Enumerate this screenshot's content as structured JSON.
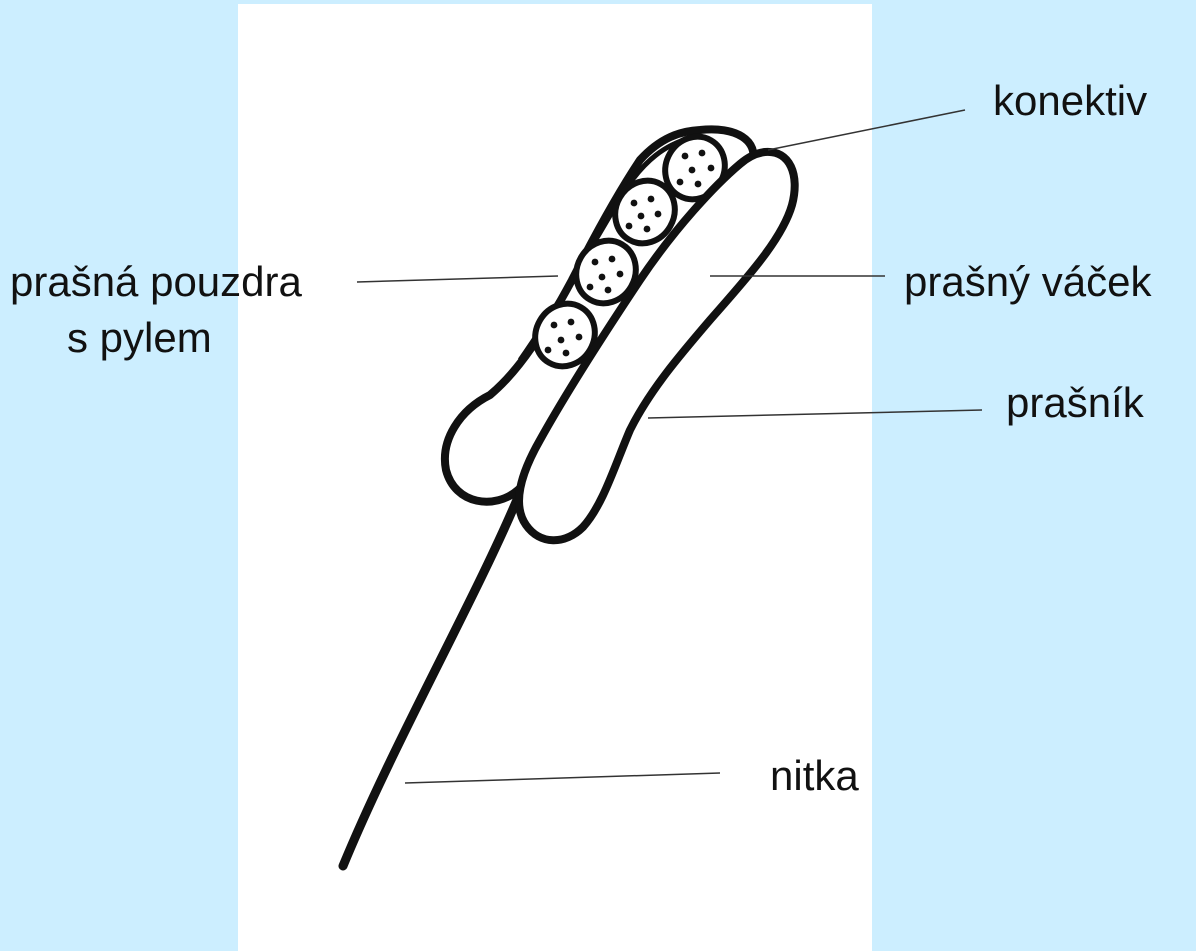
{
  "colors": {
    "background": "#cceeff",
    "panel": "#ffffff",
    "ink": "#111111"
  },
  "labels": {
    "konektiv": "konektiv",
    "prasna_pouzdra_line1": "prašná pouzdra",
    "prasna_pouzdra_line2": "s pylem",
    "prasny_vacek": "prašný váček",
    "prasnik": "prašník",
    "nitka": "nitka"
  }
}
